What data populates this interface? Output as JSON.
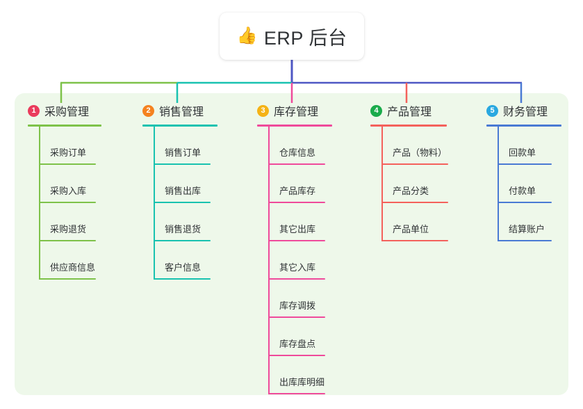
{
  "root": {
    "icon": "thumbs-up-icon",
    "icon_glyph": "👍",
    "label": "ERP 后台"
  },
  "panel": {
    "background_color": "#eef8ea"
  },
  "connector": {
    "stem_color": "#4e57c4",
    "segment_colors": [
      "#7ec24a",
      "#19c2b0",
      "#4e57c4",
      "#4e57c4",
      "#4e57c4"
    ]
  },
  "columns": [
    {
      "number": "1",
      "title": "采购管理",
      "color": "#7ec24a",
      "badge_color": "#ea3b5c",
      "items": [
        "采购订单",
        "采购入库",
        "采购退货",
        "供应商信息"
      ]
    },
    {
      "number": "2",
      "title": "销售管理",
      "color": "#19c2b0",
      "badge_color": "#f58220",
      "items": [
        "销售订单",
        "销售出库",
        "销售退货",
        "客户信息"
      ]
    },
    {
      "number": "3",
      "title": "库存管理",
      "color": "#ef4a9b",
      "badge_color": "#f5b316",
      "items": [
        "仓库信息",
        "产品库存",
        "其它出库",
        "其它入库",
        "库存调拨",
        "库存盘点",
        "出库库明细"
      ]
    },
    {
      "number": "4",
      "title": "产品管理",
      "color": "#f4615c",
      "badge_color": "#1aab4b",
      "items": [
        "产品（物料）",
        "产品分类",
        "产品单位"
      ]
    },
    {
      "number": "5",
      "title": "财务管理",
      "color": "#4a7ad4",
      "badge_color": "#29a8e0",
      "items": [
        "回款单",
        "付款单",
        "结算账户"
      ]
    }
  ]
}
